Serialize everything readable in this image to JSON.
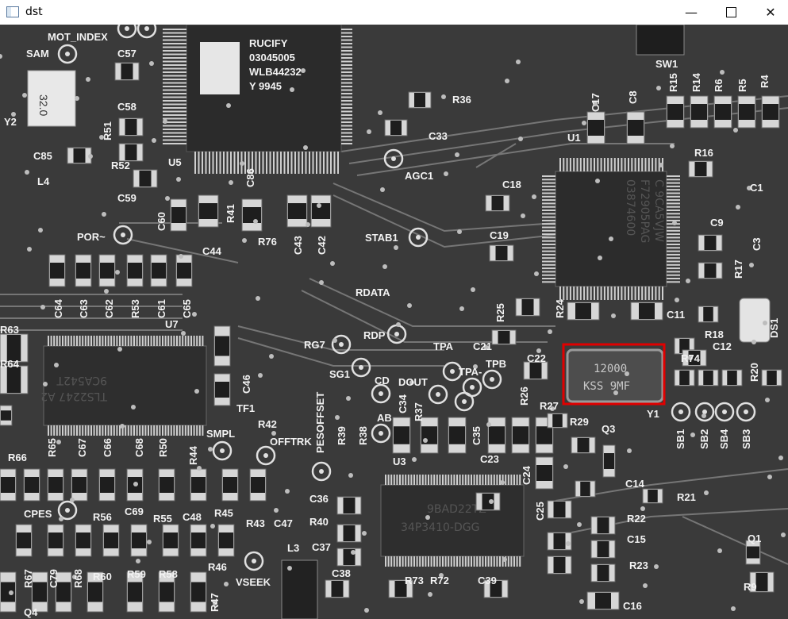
{
  "window": {
    "title": "dst",
    "icon": "app-window-icon",
    "controls": [
      "minimize-icon",
      "maximize-icon",
      "close-icon"
    ]
  },
  "highlight": {
    "color": "#e00000",
    "target": "Y1 crystal"
  },
  "chips": {
    "u9": [
      "RUCIFY",
      "03045005",
      "WLB44232",
      "Y 9945"
    ],
    "u1": [
      "03874600",
      "F72905PAG",
      "C 9CA5VJW"
    ],
    "u7": [
      "9CA542T",
      "TLS2247 A2"
    ],
    "u3": [
      "9BAD22TZ",
      "34P3410-DGG"
    ],
    "y1": [
      "12000",
      "KSS 9MF"
    ],
    "y2": "32.0"
  },
  "labels": [
    "MOT_INDEX",
    "SAM",
    "C57",
    "Y2",
    "C58",
    "R51",
    "R52",
    "C85",
    "L4",
    "C59",
    "U5",
    "C60",
    "R41",
    "C86",
    "R76",
    "C43",
    "C42",
    "R36",
    "C33",
    "AGC1",
    "STAB1",
    "POR~",
    "C44",
    "C64",
    "C63",
    "C62",
    "R53",
    "C61",
    "C65",
    "RDATA",
    "RG7",
    "RDP",
    "SG1",
    "TPA",
    "C21",
    "C22",
    "TPB",
    "R26",
    "R27",
    "CD",
    "DOUT",
    "TPA-",
    "R25",
    "R24",
    "U1",
    "C17",
    "C8",
    "SW1",
    "R15",
    "R14",
    "R6",
    "R5",
    "R4",
    "R16",
    "C1",
    "C9",
    "C3",
    "R17",
    "C11",
    "C12",
    "R74",
    "R18",
    "R20",
    "DS1",
    "Y1",
    "SB1",
    "SB2",
    "SB4",
    "SB3",
    "C18",
    "C19",
    "R63",
    "R64",
    "U7",
    "R42",
    "TF1",
    "C46",
    "R66",
    "R65",
    "C67",
    "C66",
    "C68",
    "R50",
    "R44",
    "AB",
    "C34",
    "R37",
    "C35",
    "SMPL",
    "OFFTRK",
    "PESOFFSET",
    "R39",
    "R38",
    "U3",
    "C23",
    "C24",
    "R29",
    "Q3",
    "C14",
    "R21",
    "C36",
    "R40",
    "C37",
    "L3",
    "C38",
    "C25",
    "R22",
    "C15",
    "R23",
    "C16",
    "CPES",
    "R56",
    "C69",
    "R55",
    "C48",
    "R45",
    "R43",
    "C47",
    "R46",
    "VSEEK",
    "R67",
    "C79",
    "R68",
    "R60",
    "R59",
    "R58",
    "R47",
    "Q4",
    "R73",
    "R72",
    "C39",
    "Q1",
    "R9"
  ]
}
